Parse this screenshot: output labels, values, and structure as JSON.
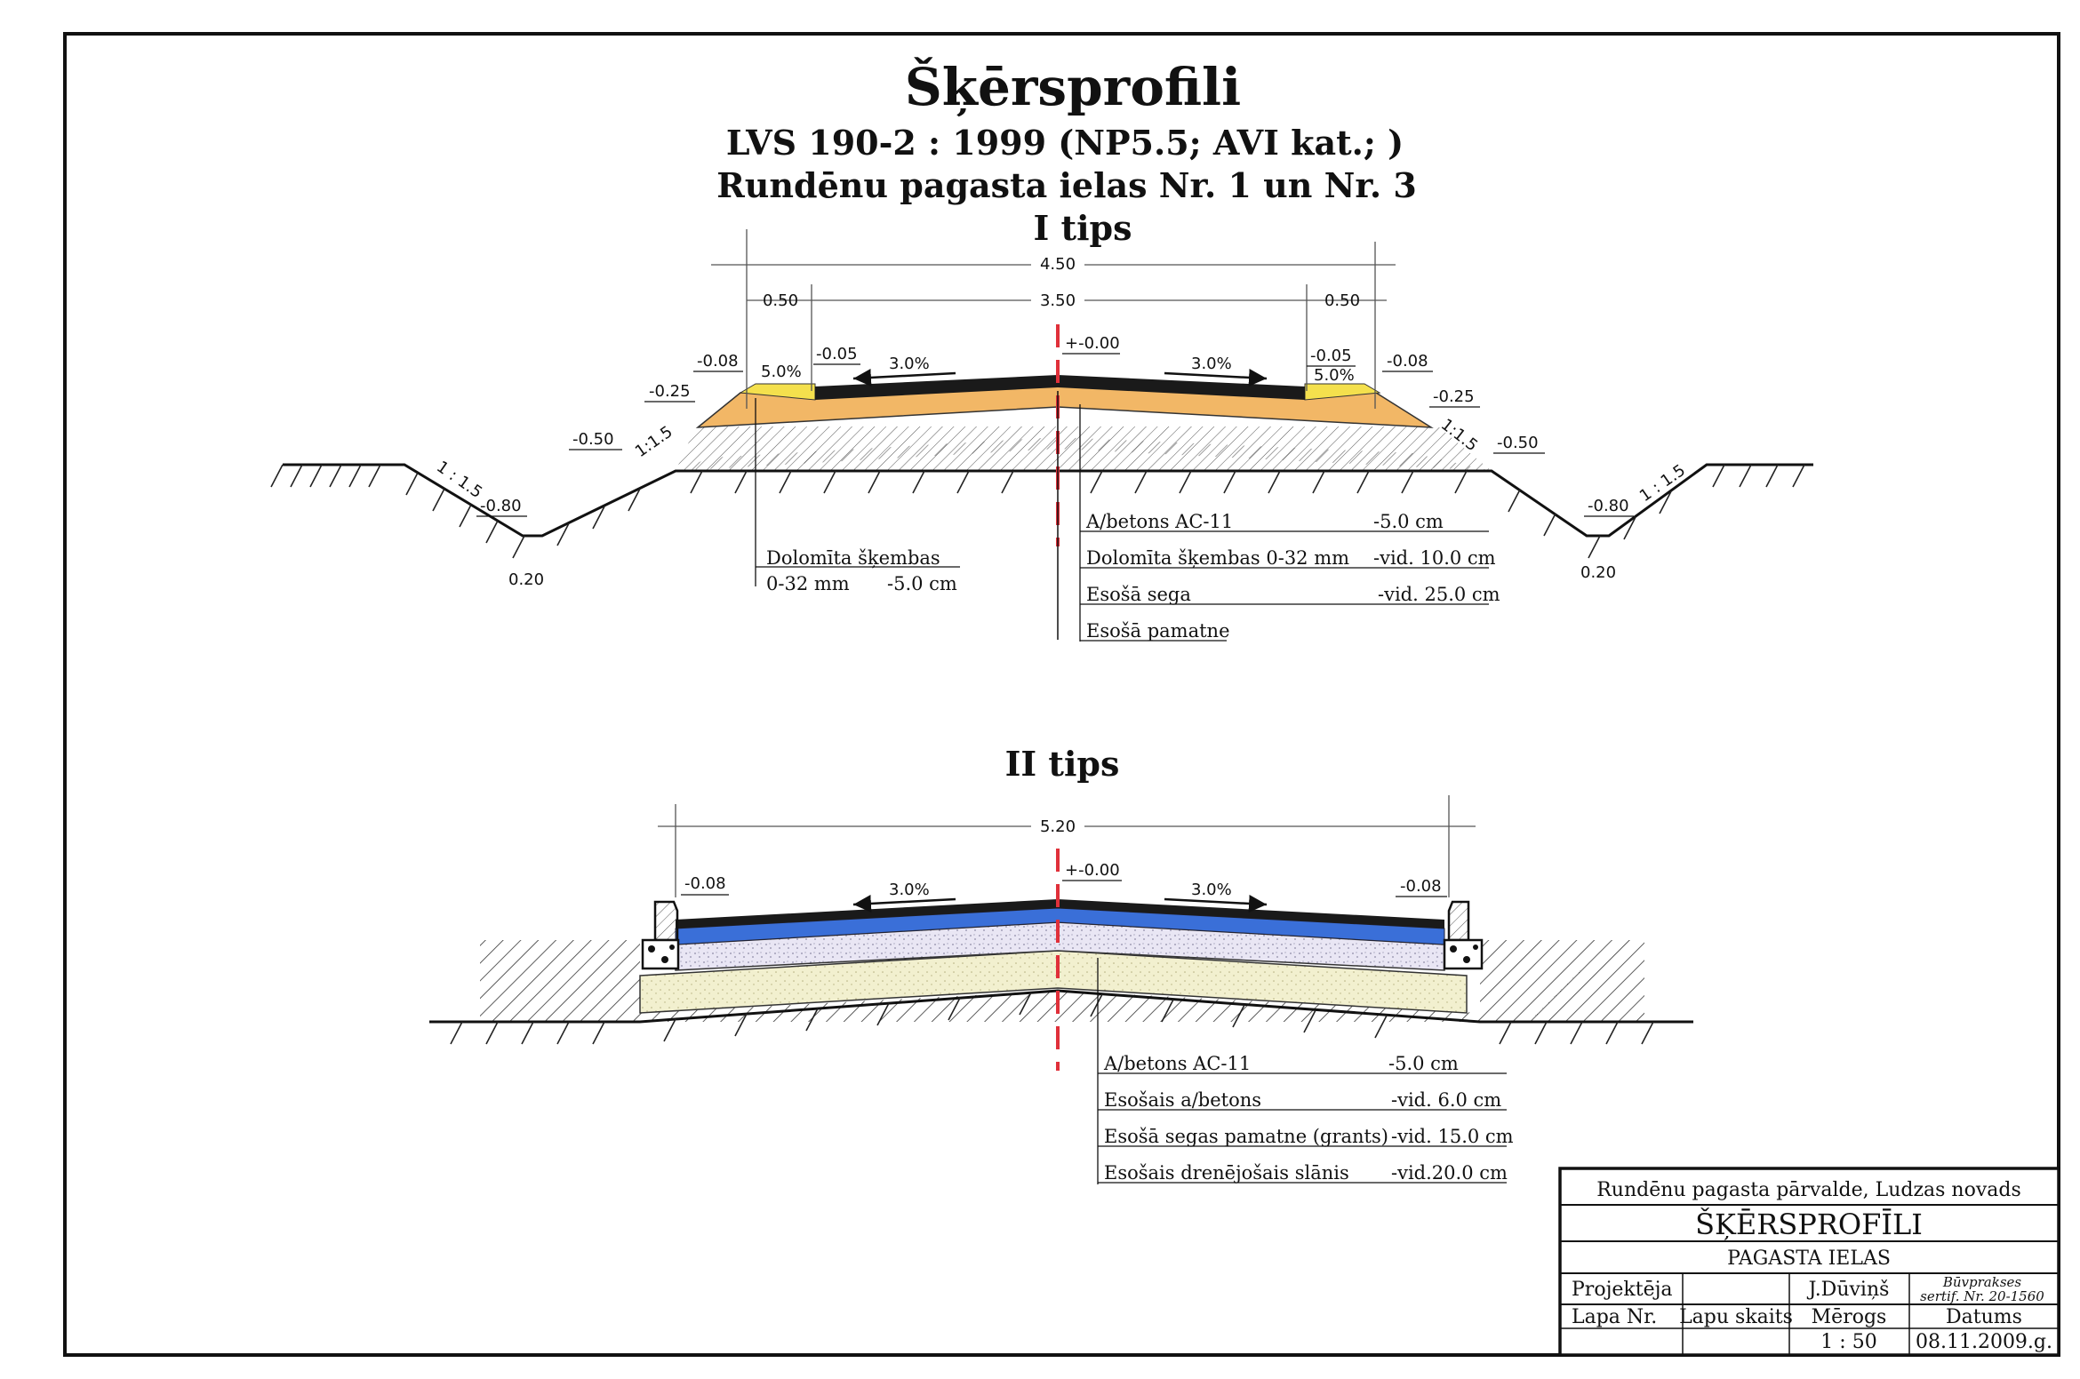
{
  "title": {
    "main": "Šķērsprofili",
    "standard": "LVS 190-2 : 1999  (NP5.5; AVI kat.; )",
    "subject": "Rundēnu pagasta ielas Nr. 1 un Nr. 3"
  },
  "section1": {
    "heading": "I tips",
    "dims": {
      "total": "4.50",
      "road": "3.50",
      "shoulder_left": "0.50",
      "shoulder_right": "0.50",
      "axis": "+-0.00",
      "edge_left": "-0.05",
      "edge_right": "-0.05",
      "shoulder_edge_left": "-0.08",
      "shoulder_edge_right": "-0.08",
      "base_left": "-0.25",
      "base_right": "-0.25",
      "toe_left": "-0.50",
      "toe_right": "-0.50",
      "ditch_left": "-0.80",
      "ditch_right": "-0.80",
      "ditch_width_left": "0.20",
      "ditch_width_right": "0.20",
      "slope_road_left": "3.0%",
      "slope_road_right": "3.0%",
      "slope_shoulder_left": "5.0%",
      "slope_shoulder_right": "5.0%",
      "ratio_slope": "1 : 1.5",
      "ratio_slope_short": "1:1.5"
    },
    "callout_left": {
      "name": "Dolomīta šķembas",
      "size": "0-32 mm",
      "thickness": "-5.0  cm"
    },
    "layers": [
      {
        "name": "A/betons AC-11",
        "value": "-5.0 cm"
      },
      {
        "name": "Dolomīta šķembas 0-32 mm",
        "value": "-vid. 10.0 cm"
      },
      {
        "name": "Esošā sega",
        "value": "-vid. 25.0 cm"
      },
      {
        "name": "Esošā pamatne",
        "value": ""
      }
    ]
  },
  "section2": {
    "heading": "II tips",
    "dims": {
      "total": "5.20",
      "axis": "+-0.00",
      "edge_left": "-0.08",
      "edge_right": "-0.08",
      "slope_left": "3.0%",
      "slope_right": "3.0%"
    },
    "layers": [
      {
        "name": "A/betons AC-11",
        "value": "-5.0 cm"
      },
      {
        "name": "Esošais a/betons",
        "value": "-vid. 6.0 cm"
      },
      {
        "name": "Esošā segas pamatne (grants)",
        "value": "-vid. 15.0 cm"
      },
      {
        "name": "Esošais drenējošais slānis",
        "value": "-vid.20.0 cm"
      }
    ]
  },
  "title_block": {
    "organization": "Rundēnu pagasta pārvalde, Ludzas novads",
    "drawing_title": "ŠĶĒRSPROFĪLI",
    "drawing_subtitle": "PAGASTA  IELAS",
    "designed_label": "Projektēja",
    "designer": "J.Dūviņš",
    "cert_line1": "Būvprakses",
    "cert_line2": "sertif. Nr. 20-1560",
    "sheet_label": "Lapa Nr.",
    "sheets_label": "Lapu skaits",
    "scale_label": "Mērogs",
    "date_label": "Datums",
    "scale": "1 : 50",
    "date": "08.11.2009.g."
  },
  "colors": {
    "asphalt": "#1a1a1a",
    "dolomite": "#f2b766",
    "shoulder": "#f4e04d",
    "existing_asphalt": "#3a6fd8",
    "gravel_base": "#e8e6f2",
    "drainage": "#f1efc9",
    "axis": "#e0303a"
  }
}
